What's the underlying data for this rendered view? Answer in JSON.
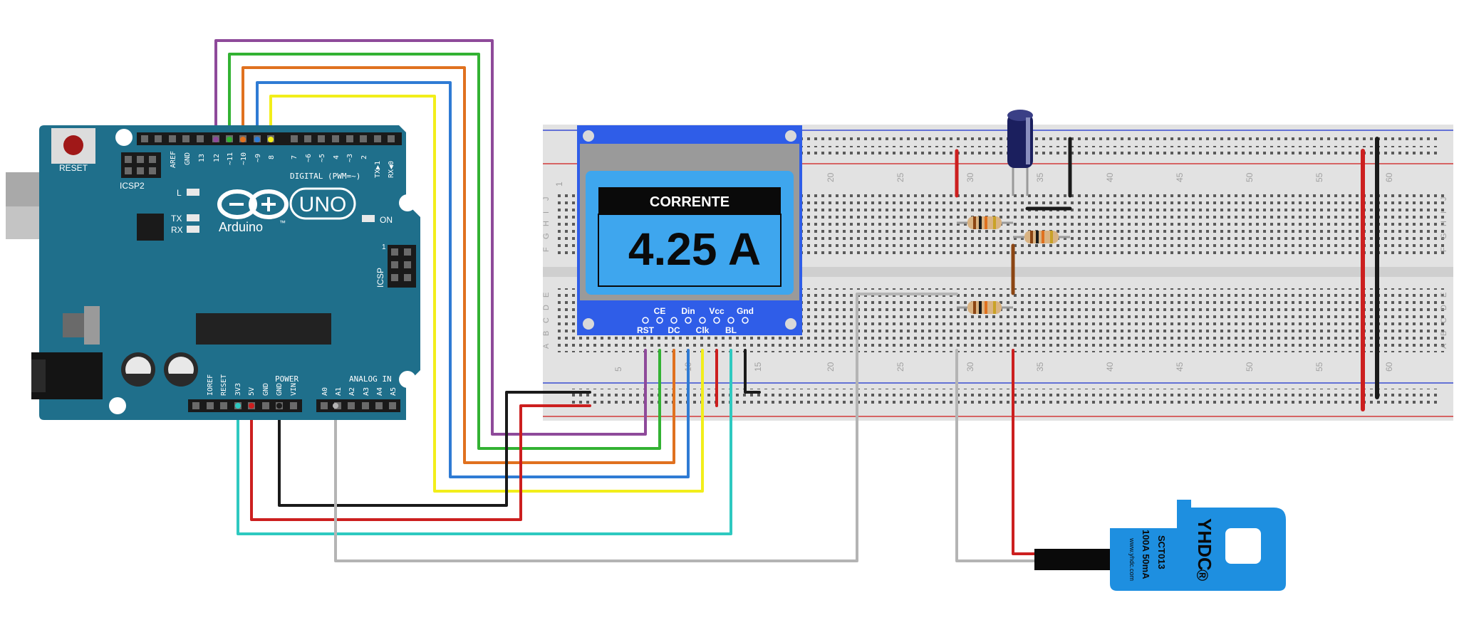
{
  "arduino": {
    "reset_label": "RESET",
    "icsp2_label": "ICSP2",
    "icsp_label": "ICSP",
    "brand": "Arduino",
    "trademark": "™",
    "model": "UNO",
    "digital_label": "DIGITAL (PWM=~)",
    "power_label": "POWER",
    "analog_label": "ANALOG IN",
    "led_l": "L",
    "led_tx": "TX",
    "led_rx": "RX",
    "led_on": "ON",
    "icsp_pin1": "1",
    "digital_pins": [
      "AREF",
      "GND",
      "13",
      "12",
      "~11",
      "~10",
      "~9",
      "8",
      "7",
      "~6",
      "~5",
      "4",
      "~3",
      "2",
      "TX▶1",
      "RX◀0"
    ],
    "power_pins": [
      "IOREF",
      "RESET",
      "3V3",
      "5V",
      "GND",
      "GND",
      "VIN"
    ],
    "analog_pins": [
      "A0",
      "A1",
      "A2",
      "A3",
      "A4",
      "A5"
    ]
  },
  "lcd": {
    "title": "CORRENTE",
    "reading": "4.25 A",
    "pins_top": [
      "CE",
      "Din",
      "Vcc",
      "Gnd"
    ],
    "pins_bottom": [
      "RST",
      "DC",
      "Clk",
      "BL"
    ]
  },
  "breadboard": {
    "column_numbers": [
      "1",
      "5",
      "10",
      "15",
      "20",
      "25",
      "30",
      "35",
      "40",
      "45",
      "50",
      "55",
      "60"
    ],
    "rows_top": [
      "J",
      "I",
      "H",
      "G",
      "F"
    ],
    "rows_bottom": [
      "E",
      "D",
      "C",
      "B",
      "A"
    ]
  },
  "sensor": {
    "brand": "YHDC",
    "registered": "®",
    "model": "SCT013",
    "rating": "100A 50mA",
    "website": "www.yhdc.com"
  },
  "colors": {
    "arduino_board": "#1f6f8b",
    "lcd_frame": "#2f5de8",
    "lcd_screen": "#3ea6ee",
    "sensor_body": "#1e8fe0",
    "wire_purple": "#8e4a9a",
    "wire_green": "#33b233",
    "wire_orange": "#e0711f",
    "wire_blue": "#2f7bd4",
    "wire_yellow": "#f2ee1a",
    "wire_red": "#cc1f1f",
    "wire_black": "#1a1a1a",
    "wire_cyan": "#2ec9c0",
    "wire_white": "#b4b4b4",
    "wire_brown": "#8b4513"
  }
}
